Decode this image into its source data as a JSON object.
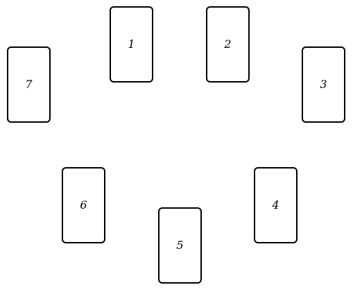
{
  "cards": [
    {
      "label": "1"
    },
    {
      "label": "2"
    },
    {
      "label": "3"
    },
    {
      "label": "4"
    },
    {
      "label": "5"
    },
    {
      "label": "6"
    },
    {
      "label": "7"
    }
  ]
}
